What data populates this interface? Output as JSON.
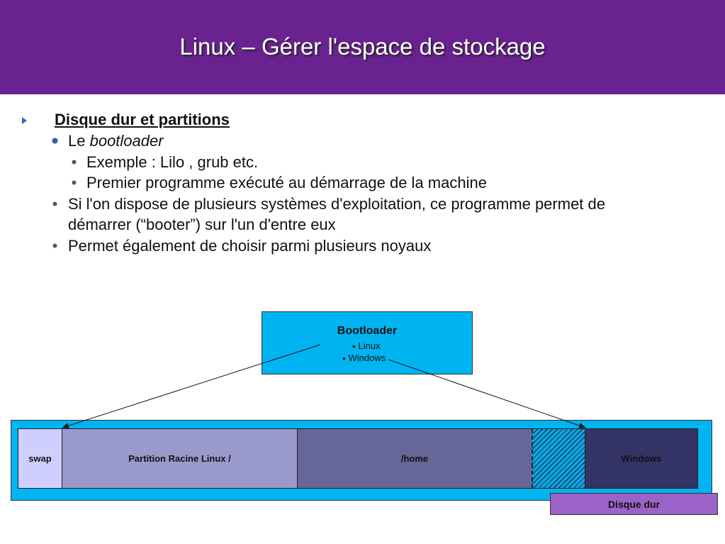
{
  "slide": {
    "title": "Linux – Gérer l'espace de stockage"
  },
  "content": {
    "heading": "Disque dur et partitions",
    "bootloader_prefix": "Le ",
    "bootloader_term": "bootloader",
    "example": "Exemple : Lilo , grub etc.",
    "first_program": "Premier programme exécuté au démarrage de la machine",
    "multi_os_line1": "Si l'on dispose de plusieurs systèmes d'exploitation, ce programme permet de",
    "multi_os_line2": "démarrer (“booter”) sur l'un d'entre eux",
    "kernels": "Permet également de choisir parmi plusieurs noyaux"
  },
  "diagram": {
    "bootloader": {
      "title": "Bootloader",
      "items": [
        "Linux",
        "Windows"
      ]
    },
    "partitions": [
      "swap",
      "Partition Racine Linux /",
      "/home",
      "",
      "Windows"
    ],
    "disk_label": "Disque dur"
  },
  "colors": {
    "header": "#6a2291",
    "bootloader_box": "#00b4f2",
    "disk_frame": "#00b4f2",
    "swap": "#cfcfff",
    "root": "#9999cc",
    "home": "#666699",
    "free": "#0aa6dc",
    "windows": "#333366",
    "disk_label": "#9b62c8"
  }
}
